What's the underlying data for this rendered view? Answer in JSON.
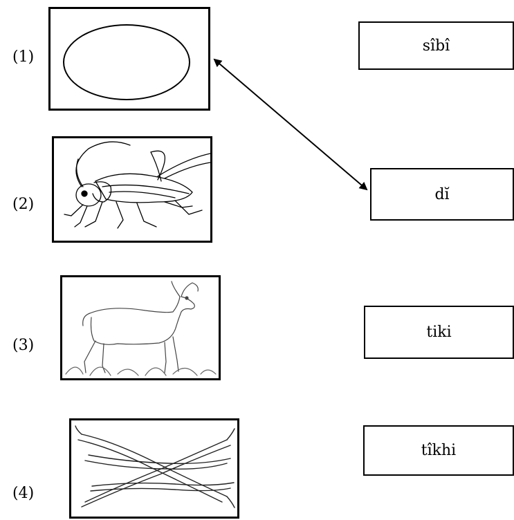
{
  "items": [
    {
      "number": "(1)",
      "picture_icon": "egg-oval-icon"
    },
    {
      "number": "(2)",
      "picture_icon": "cricket-icon"
    },
    {
      "number": "(3)",
      "picture_icon": "deer-icon"
    },
    {
      "number": "(4)",
      "picture_icon": "beans-icon"
    }
  ],
  "words": [
    "sîbî",
    "dĭ",
    "tiki",
    "tîkhi"
  ]
}
